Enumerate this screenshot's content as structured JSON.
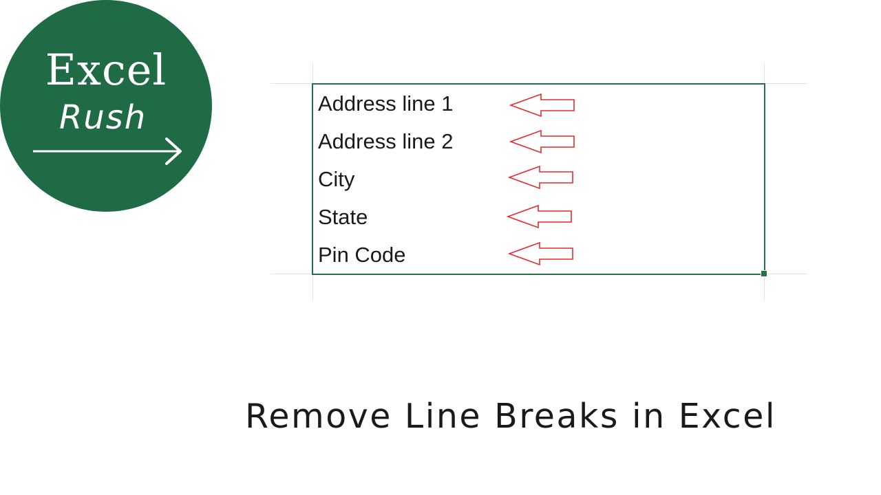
{
  "logo": {
    "line1": "Excel",
    "line2": "Rush",
    "color": "#1e6b45"
  },
  "cell": {
    "border_color": "#217346",
    "lines": [
      "Address line 1",
      "Address line 2",
      "City",
      "State",
      "Pin Code"
    ],
    "arrow_color": "#e32b2b",
    "arrow_icon": "left-arrow-outline"
  },
  "title": "Remove Line Breaks in Excel"
}
